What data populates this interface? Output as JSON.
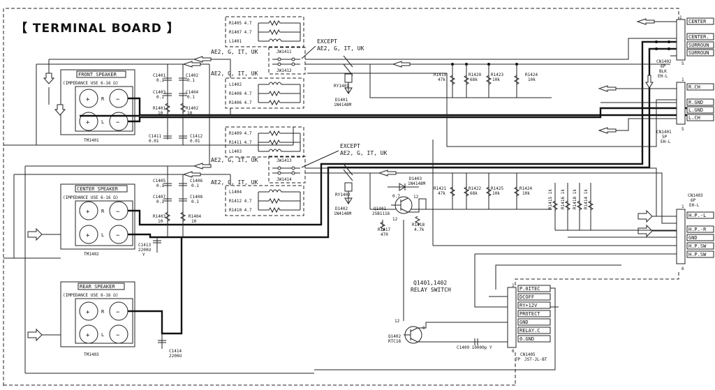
{
  "title": "【 TERMINAL BOARD 】",
  "speakers": [
    {
      "label": "FRONT SPEAKER",
      "impedance": "(IMPEDANCE USE 6-16 Ω)",
      "ref": "TM1401",
      "r": "R",
      "l": "L"
    },
    {
      "label": "CENTER SPEAKER",
      "impedance": "(IMPEDANCE USE 6-16 Ω)",
      "ref": "TM1402",
      "r": "R",
      "l": "L"
    },
    {
      "label": "REAR SPEAKER",
      "impedance": "(IMPEDANCE USE 6-16 Ω)",
      "ref": "TM1403",
      "r": "R",
      "l": "L"
    }
  ],
  "plus": "+",
  "minus": "−",
  "cap_top": [
    {
      "name": "C1401",
      "value": "0.1"
    },
    {
      "name": "C1402",
      "value": "0.1"
    },
    {
      "name": "C1403",
      "value": "0.1"
    },
    {
      "name": "C1404",
      "value": "0.1"
    },
    {
      "name": "R1401",
      "value": "10"
    },
    {
      "name": "R1402",
      "value": "10"
    },
    {
      "name": "C1411",
      "value": "0.01"
    },
    {
      "name": "C1412",
      "value": "0.01"
    }
  ],
  "cap_mid": [
    {
      "name": "C1405",
      "value": "0.1"
    },
    {
      "name": "C1406",
      "value": "0.1"
    },
    {
      "name": "C1407",
      "value": "0.1"
    },
    {
      "name": "C1408",
      "value": "0.1"
    },
    {
      "name": "R1403",
      "value": "10"
    },
    {
      "name": "R1404",
      "value": "10"
    }
  ],
  "c1413": {
    "name": "C1413",
    "value": "2200U",
    "extra": "Y"
  },
  "c1414": {
    "name": "C1414",
    "value": "2200U"
  },
  "coil_box1": [
    "R1405 4.7",
    "R1407 4.7",
    "L1401"
  ],
  "coil_box2": [
    "L1402",
    "R1408 4.7",
    "R1406 4.7"
  ],
  "coil_box3": [
    "R1409 4.7",
    "R1411 4.7",
    "L1403"
  ],
  "coil_box4": [
    "L1404",
    "R1412 4.7",
    "R1410 4.7"
  ],
  "region_label": "AE2, G, IT, UK",
  "except_label": "EXCEPT",
  "except_regions": "AE2, G, IT, UK",
  "jumpers": [
    "JW1411",
    "JW1412",
    "JW1413",
    "JW1414"
  ],
  "relays": [
    "RY1401",
    "RY1402"
  ],
  "diodes": [
    {
      "name": "D1401",
      "value": "1N4148M"
    },
    {
      "name": "D1402",
      "value": "1N4148M"
    },
    {
      "name": "D1403",
      "value": "1N4148M"
    }
  ],
  "resistors_top": [
    {
      "name": "R1419",
      "value": "47k"
    },
    {
      "name": "R1420",
      "value": "68k"
    },
    {
      "name": "R1423",
      "value": "10k"
    },
    {
      "name": "R1424",
      "value": "10k"
    }
  ],
  "resistors_mid": [
    {
      "name": "R1421",
      "value": "47k"
    },
    {
      "name": "R1422",
      "value": "68k"
    },
    {
      "name": "R1425",
      "value": "10k"
    },
    {
      "name": "R1424",
      "value": "10k"
    }
  ],
  "resistors_right": [
    "R1415 1k",
    "R1416 1k",
    "R1418 1k",
    "R1414 1k"
  ],
  "q1401": {
    "name": "Q1401",
    "value": "2SB1116"
  },
  "q1402": {
    "name": "Q1402",
    "value": "RTC18"
  },
  "r1417": {
    "name": "R1417",
    "value": "470"
  },
  "r1418": {
    "name": "R1418",
    "value": "4.7k"
  },
  "c1409": "C1409 10000p Y",
  "relay_switch": {
    "line1": "Q1401,1402",
    "line2": "RELAY SWITCH"
  },
  "pin_labels_q1401": [
    "0.7",
    "12",
    "12"
  ],
  "pin_labels_q1402": [
    "12",
    "0"
  ],
  "cn1402": {
    "name": "CN1402",
    "type": "6P",
    "color": "BLK",
    "series": "EH-L",
    "pins": [
      "CENTER",
      "CENTER.",
      "SURROUN",
      "SURROUN"
    ],
    "pin_first": "1",
    "pin_last": "5"
  },
  "cn1401": {
    "name": "CN1401",
    "type": "5P",
    "series": "EH-L",
    "pins": [
      "R.CH",
      "R.GND",
      "L.GND",
      "L.CH"
    ],
    "pin_first": "1",
    "pin_last": "5"
  },
  "cn1403": {
    "name": "CN1403",
    "type": "6P",
    "series": "EH-L",
    "pins": [
      "H.P.-L",
      "H.P.-R",
      "GND",
      "H.P.SW",
      "H.P.SW"
    ],
    "pin_first": "1",
    "pin_last": "6"
  },
  "cn1405": {
    "name": "CN1405",
    "type": "7P",
    "series": "JST-JL-BT",
    "pins": [
      "P.0ITEC",
      "DCOFF",
      "RY+12V",
      "PROTECT",
      "GND",
      "RELAY.C",
      "0.GND"
    ],
    "pin_first": "1",
    "pin_last": "6"
  }
}
